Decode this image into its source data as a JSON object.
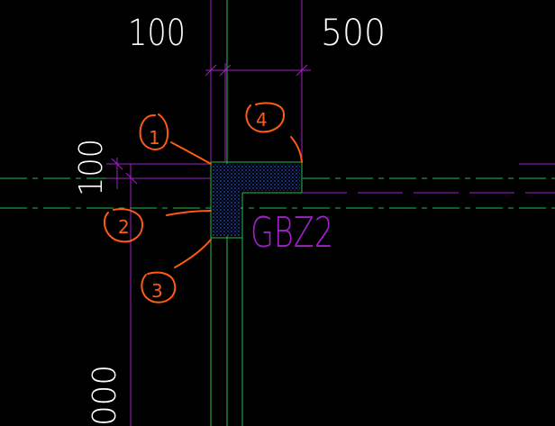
{
  "dimensions": {
    "top_left": "100",
    "top_right": "500",
    "left_vertical": "100",
    "bottom_left_vertical": "000"
  },
  "component_tag": "GBZ2",
  "markers": [
    "1",
    "2",
    "3",
    "4"
  ],
  "colors": {
    "background": "#000000",
    "wall_line": "#a020c8",
    "axis_line": "#22c04a",
    "annotation": "#ff5a14",
    "hatch": "#2a4fd0",
    "dim_text": "#ffffff"
  }
}
